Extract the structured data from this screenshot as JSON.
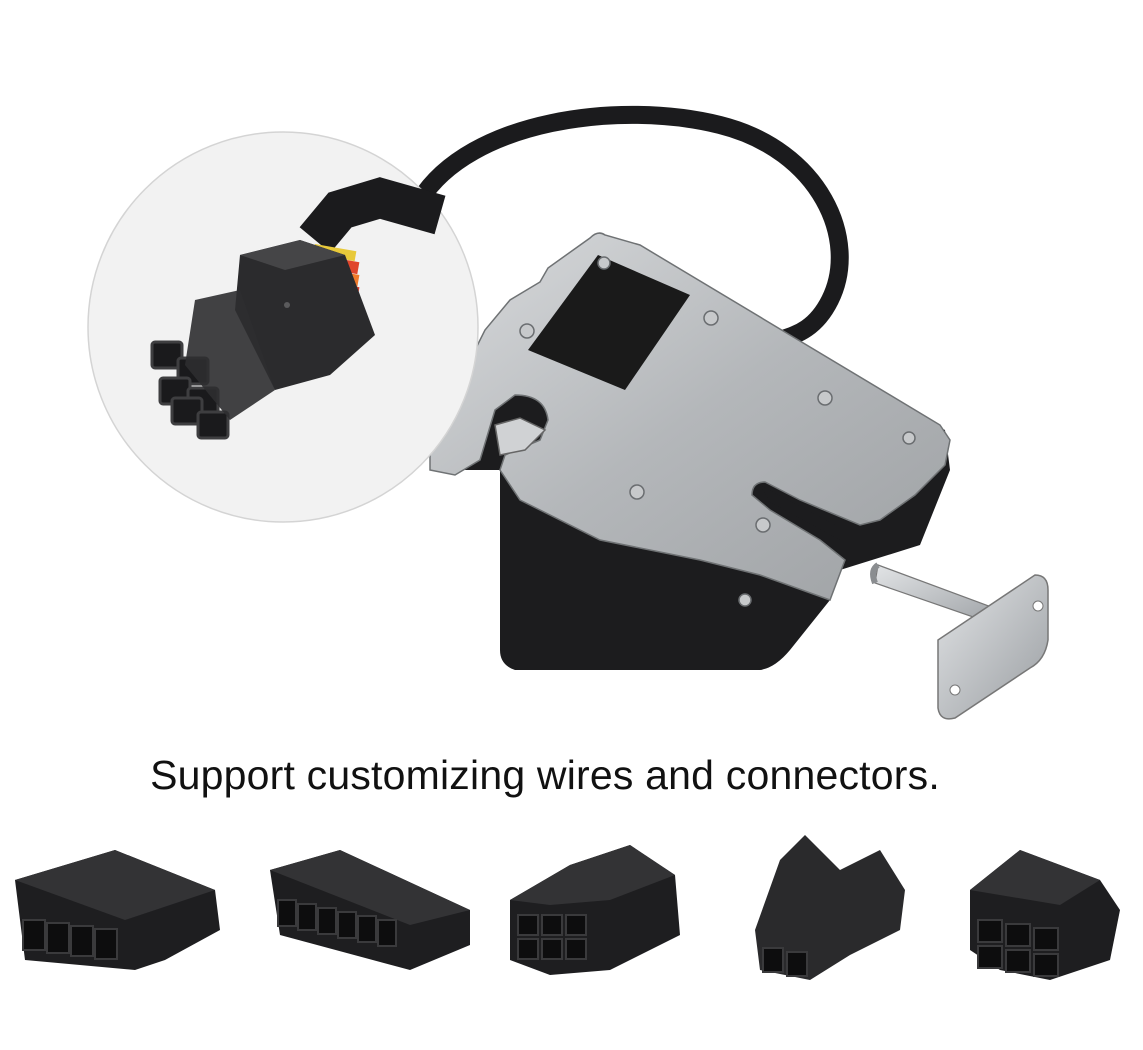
{
  "caption": "Support customizing wires and connectors.",
  "colors": {
    "background": "#ffffff",
    "caption_text": "#111111",
    "lock_plate": "#b9bcbf",
    "lock_body": "#1a1a1c",
    "connector": "#2a2a2c",
    "magnifier_fill": "#f2f2f2",
    "wire_colors": [
      "#e8c93a",
      "#e0452b",
      "#f07a2a"
    ]
  },
  "images": {
    "lock": "electronic-lock-product-photo",
    "magnifier": "connector-closeup-inset",
    "connectors": [
      "molex-5pin-single-row",
      "molex-6pin-single-row-smt",
      "molex-6pin-dual-row",
      "jst-2pin-latch",
      "molex-6pin-dual-row-pcb"
    ]
  }
}
